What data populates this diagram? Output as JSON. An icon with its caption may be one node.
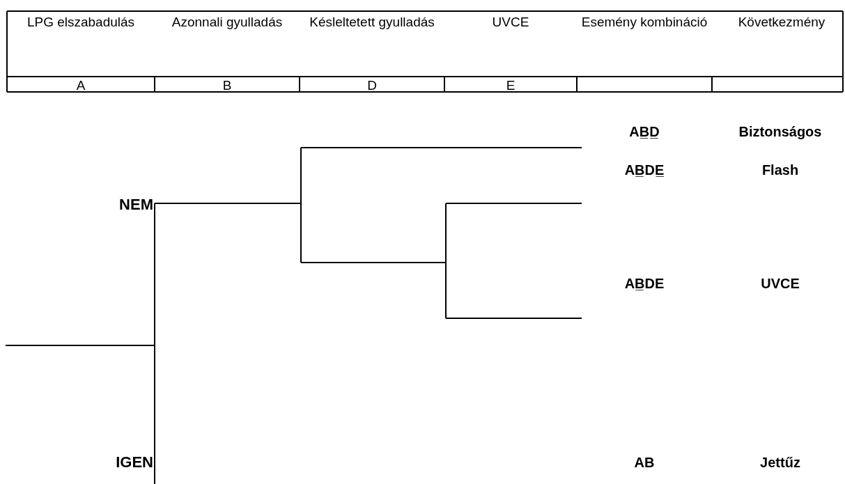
{
  "diagram": {
    "labels": [
      "LPG elszabadulás",
      "Azonnali gyulladás",
      "Késleltetett gyulladás",
      "UVCE",
      "Esemény kombináció",
      "Következmény",
      "A",
      "B",
      "D",
      "E",
      "AB̲D̲",
      "Biztonságos",
      "AB̲DE̲",
      "Flash",
      "NEM",
      "AB̲DE",
      "UVCE",
      "IGEN",
      "AB",
      "Jettűz"
    ]
  }
}
